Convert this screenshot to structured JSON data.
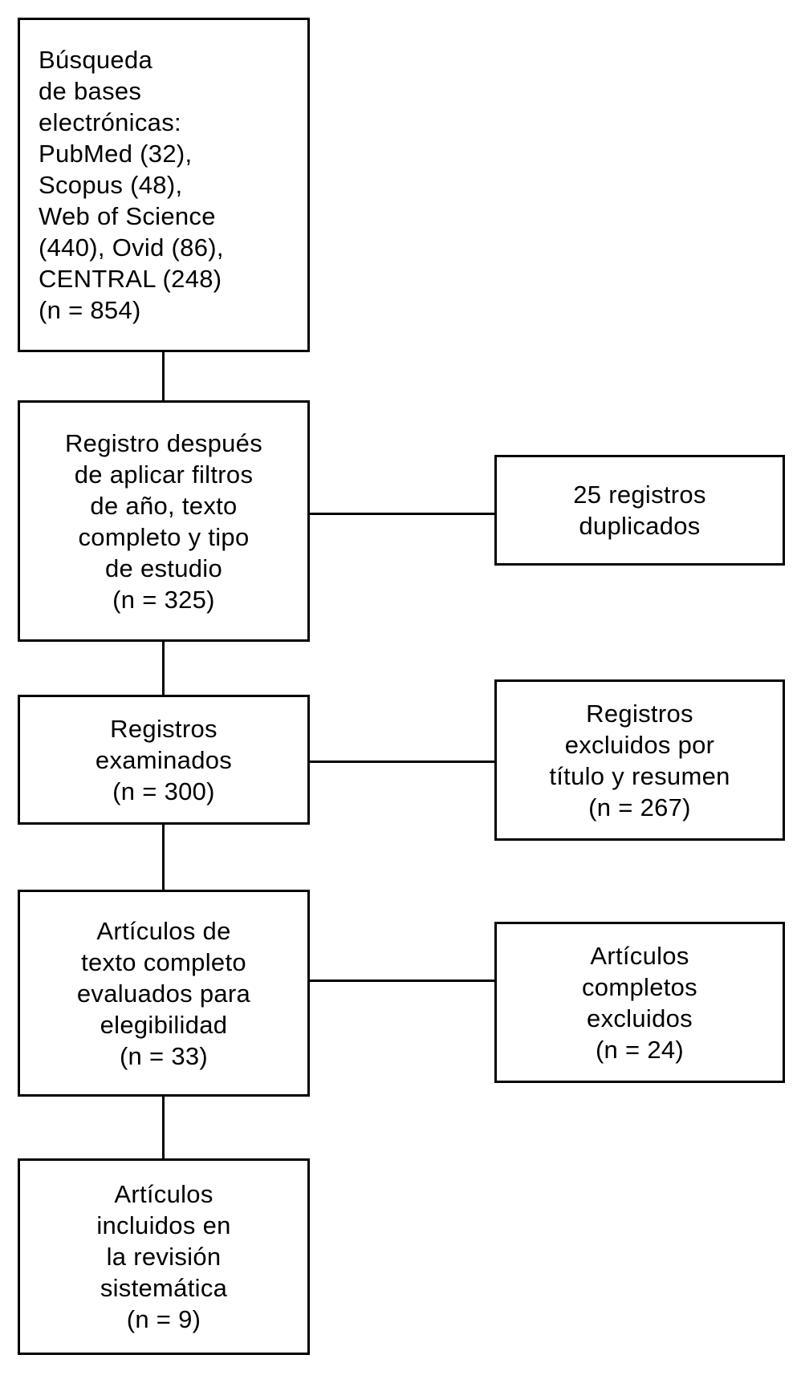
{
  "colors": {
    "line": "#000000",
    "box_border": "#000000",
    "box_fill": "#ffffff",
    "background": "#ffffff",
    "text": "#000000"
  },
  "flowchart": {
    "main_boxes": [
      {
        "name": "database-search",
        "lines": [
          "Búsqueda",
          "de bases",
          "electrónicas:",
          "PubMed (32),",
          "Scopus (48),",
          "Web of Science",
          "(440), Ovid (86),",
          "CENTRAL (248)",
          "(n = 854)"
        ]
      },
      {
        "name": "records-after-filters",
        "lines": [
          "Registro después",
          "de aplicar filtros",
          "de año, texto",
          "completo y tipo",
          "de estudio",
          "(n = 325)"
        ]
      },
      {
        "name": "records-screened",
        "lines": [
          "Registros",
          "examinados",
          "(n = 300)"
        ]
      },
      {
        "name": "fulltext-assessed",
        "lines": [
          "Artículos de",
          "texto completo",
          "evaluados para",
          "elegibilidad",
          "(n = 33)"
        ]
      },
      {
        "name": "included-in-review",
        "lines": [
          "Artículos",
          "incluidos en",
          "la revisión",
          "sistemática",
          "(n = 9)"
        ]
      }
    ],
    "side_boxes": [
      {
        "name": "duplicates-removed",
        "lines": [
          "25 registros",
          "duplicados"
        ]
      },
      {
        "name": "excluded-title-abstract",
        "lines": [
          "Registros",
          "excluidos por",
          "título y resumen",
          "(n = 267)"
        ]
      },
      {
        "name": "excluded-fulltext",
        "lines": [
          "Artículos",
          "completos",
          "excluidos",
          "(n = 24)"
        ]
      }
    ]
  }
}
